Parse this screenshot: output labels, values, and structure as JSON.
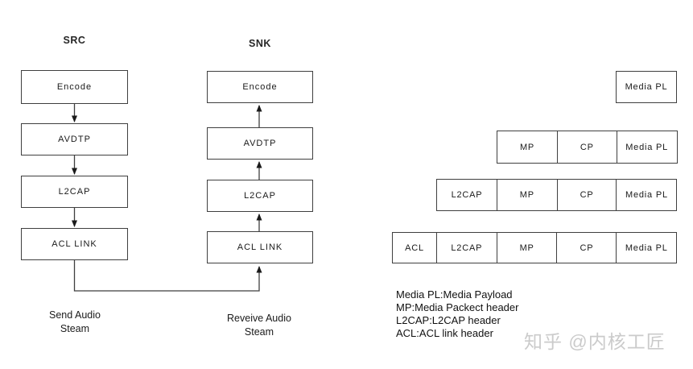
{
  "src_column": {
    "title": "SRC",
    "boxes": [
      "Encode",
      "AVDTP",
      "L2CAP",
      "ACL LINK"
    ],
    "caption_line1": "Send Audio",
    "caption_line2": "Steam"
  },
  "snk_column": {
    "title": "SNK",
    "boxes": [
      "Encode",
      "AVDTP",
      "L2CAP",
      "ACL LINK"
    ],
    "caption_line1": "Reveive Audio",
    "caption_line2": "Steam"
  },
  "packet_stack": {
    "rows": [
      {
        "cells": [
          "Media PL"
        ]
      },
      {
        "cells": [
          "MP",
          "CP",
          "Media PL"
        ]
      },
      {
        "cells": [
          "L2CAP",
          "MP",
          "CP",
          "Media PL"
        ]
      },
      {
        "cells": [
          "ACL",
          "L2CAP",
          "MP",
          "CP",
          "Media PL"
        ]
      }
    ]
  },
  "legend": {
    "lines": [
      "Media PL:Media Payload",
      "MP:Media Packect header",
      "L2CAP:L2CAP header",
      "ACL:ACL link header"
    ]
  },
  "watermark": "知乎 @内核工匠",
  "colors": {
    "border": "#3f3f3f",
    "text": "#1a1a1a",
    "watermark": "#cbcbcb",
    "background": "#ffffff"
  }
}
